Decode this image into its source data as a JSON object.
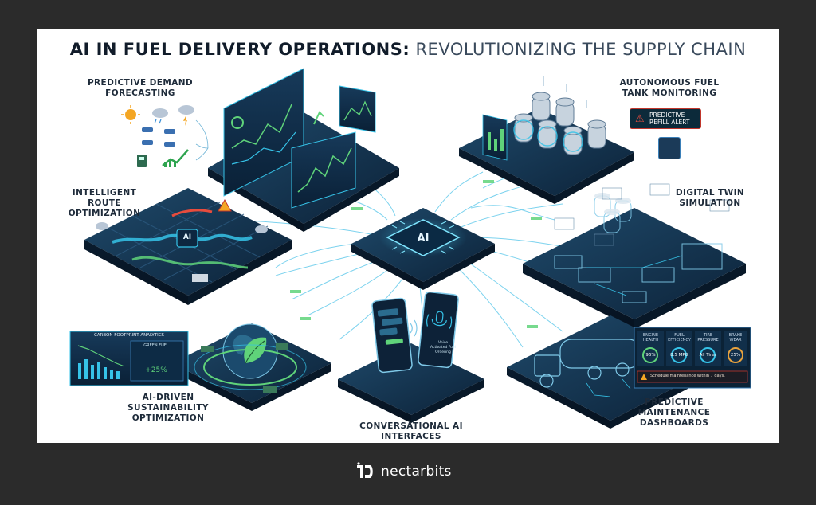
{
  "title": {
    "bold": "AI IN FUEL DELIVERY OPERATIONS:",
    "light": "REVOLUTIONIZING THE SUPPLY CHAIN"
  },
  "labels": {
    "demand": "Predictive Demand Forecasting",
    "tank": "Autonomous Fuel Tank Monitoring",
    "route": "Intelligent Route Optimization",
    "twin": "Digital Twin Simulation",
    "sustain": "AI-Driven Sustainability Optimization",
    "conversational": "Conversational AI Interfaces",
    "maintenance": "Predictive Maintenance Dashboards"
  },
  "hub": {
    "label": "AI"
  },
  "route_chip": {
    "label": "AI"
  },
  "alert": {
    "text": "PREDICTIVE REFILL ALERT"
  },
  "carbon_panel": {
    "title": "CARBON FOOTPRINT ANALYTICS",
    "green": "GREEN FUEL",
    "pct": "+25%"
  },
  "phone": {
    "text": "Voice Activated Fuel Ordering"
  },
  "maintenance_panel": {
    "stats": [
      {
        "head": "ENGINE HEALTH",
        "value": "96%"
      },
      {
        "head": "FUEL EFFICIENCY",
        "value": "8.5 MPG"
      },
      {
        "head": "TIRE PRESSURE",
        "value": "All Tires"
      },
      {
        "head": "BRAKE WEAR",
        "value": "25%"
      }
    ],
    "note": "Schedule maintenance within 7 days."
  },
  "footer": {
    "brand": "nectarbits"
  },
  "colors": {
    "accent": "#36c3e8",
    "dark_tile": "#0f2a44",
    "green": "#5fd37a",
    "alert": "#e84c3d"
  }
}
